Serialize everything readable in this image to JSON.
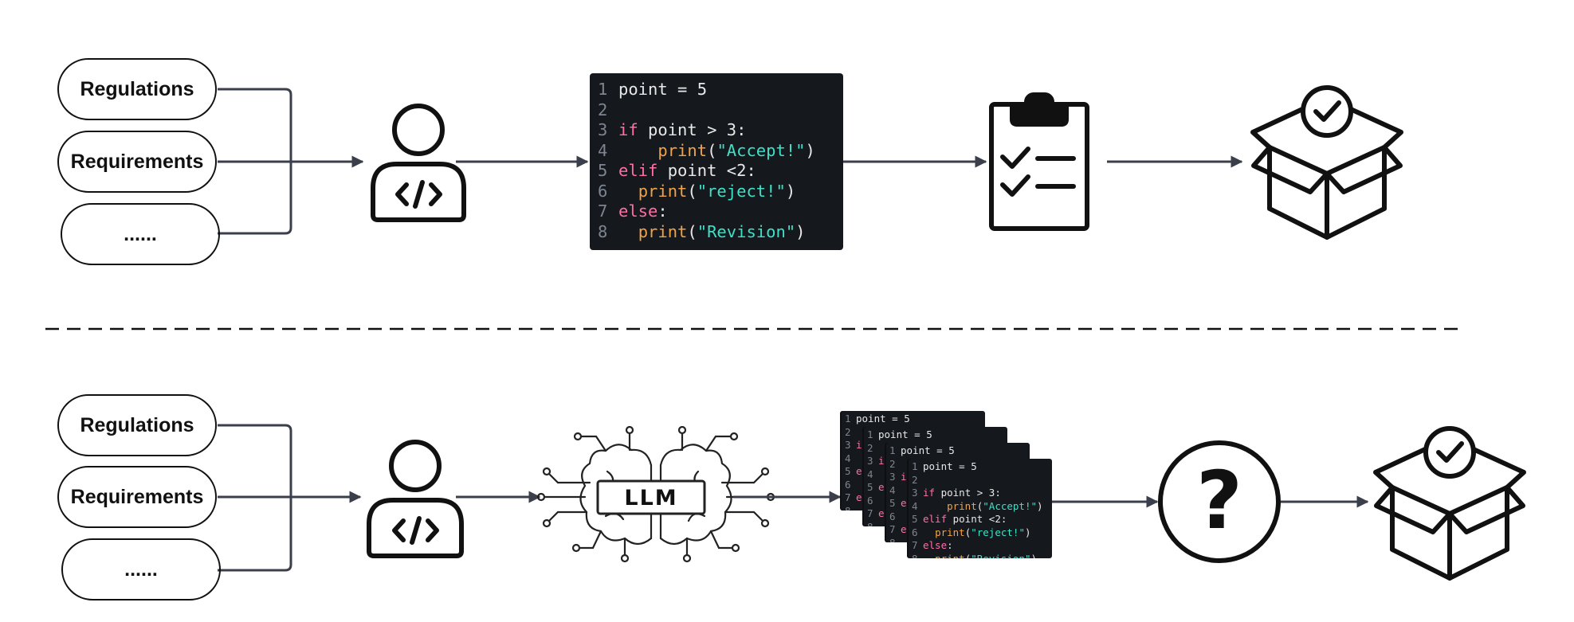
{
  "top_row": {
    "inputs": [
      "Regulations",
      "Requirements",
      "......"
    ],
    "code_lines": [
      {
        "n": "1",
        "tokens": [
          {
            "c": "pl",
            "t": "point = 5"
          }
        ]
      },
      {
        "n": "2",
        "tokens": []
      },
      {
        "n": "3",
        "tokens": [
          {
            "c": "kw",
            "t": "if"
          },
          {
            "c": "pl",
            "t": " point > 3:"
          }
        ]
      },
      {
        "n": "4",
        "tokens": [
          {
            "c": "pl",
            "t": "    "
          },
          {
            "c": "fn",
            "t": "print"
          },
          {
            "c": "pl",
            "t": "("
          },
          {
            "c": "str",
            "t": "\"Accept!\""
          },
          {
            "c": "pl",
            "t": ")"
          }
        ]
      },
      {
        "n": "5",
        "tokens": [
          {
            "c": "kw",
            "t": "elif"
          },
          {
            "c": "pl",
            "t": " point <2:"
          }
        ]
      },
      {
        "n": "6",
        "tokens": [
          {
            "c": "pl",
            "t": "  "
          },
          {
            "c": "fn",
            "t": "print"
          },
          {
            "c": "pl",
            "t": "("
          },
          {
            "c": "str",
            "t": "\"reject!\""
          },
          {
            "c": "pl",
            "t": ")"
          }
        ]
      },
      {
        "n": "7",
        "tokens": [
          {
            "c": "kw",
            "t": "else"
          },
          {
            "c": "pl",
            "t": ":"
          }
        ]
      },
      {
        "n": "8",
        "tokens": [
          {
            "c": "pl",
            "t": "  "
          },
          {
            "c": "fn",
            "t": "print"
          },
          {
            "c": "pl",
            "t": "("
          },
          {
            "c": "str",
            "t": "\"Revision\""
          },
          {
            "c": "pl",
            "t": ")"
          }
        ]
      }
    ]
  },
  "bottom_row": {
    "inputs": [
      "Regulations",
      "Requirements",
      "......"
    ],
    "llm_label": "LLM",
    "question_mark": "?",
    "stack_count": 4
  },
  "icons": [
    "input-merge-bracket",
    "developer-icon",
    "clipboard-checklist-icon",
    "approved-box-icon",
    "llm-brain-icon",
    "question-circle-icon"
  ],
  "colors": {
    "stroke": "#111111",
    "arrow": "#3a3f4b",
    "code_bg": "#15181c",
    "keyword": "#ff6fa6",
    "function": "#f0a34a",
    "string": "#3ee0c8",
    "line_number": "#7d8590"
  }
}
